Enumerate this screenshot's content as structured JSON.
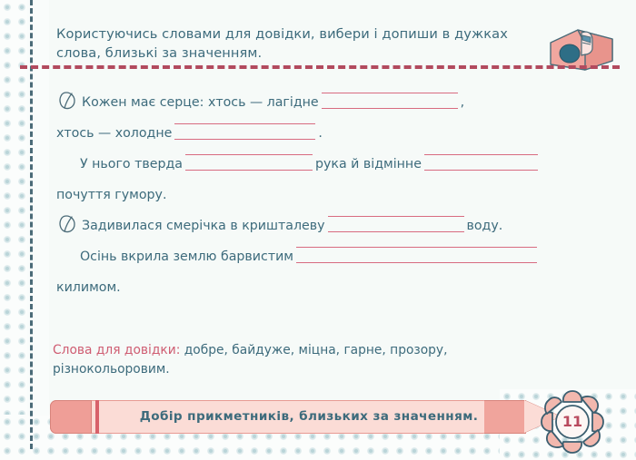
{
  "page": {
    "number": "11",
    "background_color": "#f6faf8",
    "text_color": "#3d6b7c",
    "accent_color": "#cf5d72",
    "rule_color": "#d86b80"
  },
  "header": {
    "instruction": "Користуючись словами для довідки, вибери і допиши в дужках слова, близькі за значенням.",
    "icon": "sharpener-icon"
  },
  "exercises": [
    {
      "bullet": "hand-drawn-circle-bullet",
      "lines": [
        {
          "segments": [
            {
              "type": "text",
              "value": "Кожен має серце: хтось — лагідне"
            },
            {
              "type": "blank",
              "width": "w150"
            },
            {
              "type": "text",
              "value": ","
            }
          ]
        },
        {
          "segments": [
            {
              "type": "text",
              "value": "хтось — холодне"
            },
            {
              "type": "blank",
              "width": "w155"
            },
            {
              "type": "text",
              "value": "."
            }
          ]
        },
        {
          "segments": [
            {
              "type": "indent"
            },
            {
              "type": "text",
              "value": "У нього тверда"
            },
            {
              "type": "blank",
              "width": "w140"
            },
            {
              "type": "text",
              "value": "рука й відмінне"
            },
            {
              "type": "blank",
              "width": "w125"
            }
          ]
        },
        {
          "segments": [
            {
              "type": "text",
              "value": "почуття гумору."
            }
          ]
        }
      ]
    },
    {
      "bullet": "hand-drawn-circle-bullet",
      "lines": [
        {
          "segments": [
            {
              "type": "text",
              "value": "Задивилася смерічка в кришталеву"
            },
            {
              "type": "blank",
              "width": "w150"
            },
            {
              "type": "text",
              "value": "воду."
            }
          ]
        },
        {
          "segments": [
            {
              "type": "indent"
            },
            {
              "type": "text",
              "value": "Осінь вкрила землю барвистим"
            },
            {
              "type": "blank",
              "width": "w265"
            }
          ]
        },
        {
          "segments": [
            {
              "type": "text",
              "value": "килимом."
            }
          ]
        }
      ]
    }
  ],
  "reference": {
    "label": "Слова для довідки:",
    "words": " добре, байдуже, міцна, гарне, прозору, різнокольоровим."
  },
  "footer": {
    "banner_label": "Добір прикметників, близьких за значенням.",
    "banner_shape": "pencil-banner",
    "page_badge_shape": "flower-badge"
  },
  "text": {
    "line1_a": "Кожен має серце: хтось — лагідне",
    "line1_b": ",",
    "line2_a": "хтось — холодне",
    "line2_b": ".",
    "line3_a": "У нього тверда",
    "line3_b": "рука й відмінне",
    "line4": "почуття гумору.",
    "line5_a": "Задивилася смерічка в кришталеву",
    "line5_b": "воду.",
    "line6_a": "Осінь вкрила землю барвистим",
    "line7": "килимом."
  }
}
